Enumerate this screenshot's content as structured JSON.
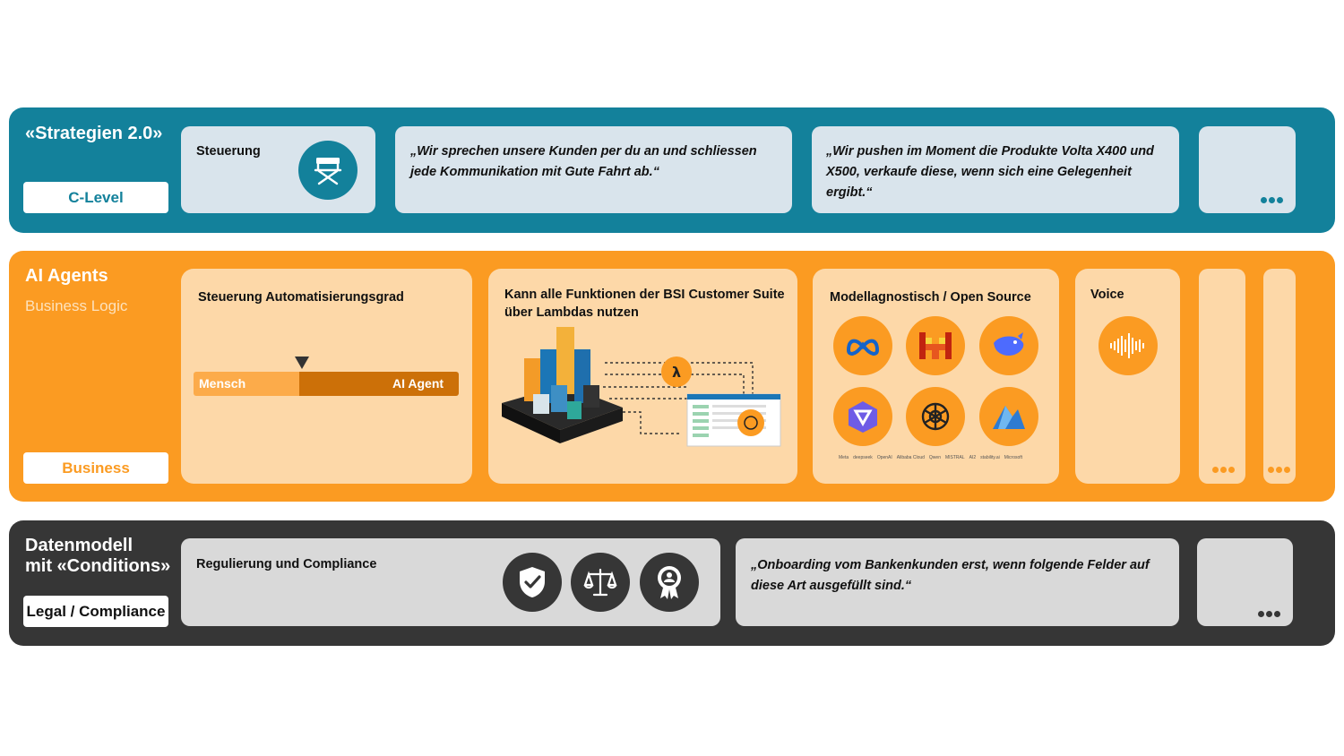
{
  "colors": {
    "teal": "#13819b",
    "orange": "#fb9b22",
    "dark": "#363636",
    "card_teal": "#d9e4ec",
    "card_orange": "#fdd8a8",
    "card_grey": "#d9d9d9"
  },
  "strategy": {
    "title": "«Strategien 2.0»",
    "pill": "C-Level",
    "steering_label": "Steuerung",
    "steering_icon": "directors-chair-icon",
    "quote1": "„Wir sprechen unsere Kunden per du an und schliessen jede Kommunikation mit Gute Fahrt ab.“",
    "quote2": "„Wir pushen im Moment die Produkte Volta X400 und X500, verkaufe diese, wenn sich eine Gelegenheit ergibt.“",
    "more_icon": "more-dots-icon"
  },
  "agents": {
    "title": "AI Agents",
    "subtitle": "Business Logic",
    "pill": "Business",
    "automation": {
      "label": "Steuerung Automatisierungsgrad",
      "left": "Mensch",
      "right": "AI Agent",
      "level": 0.4
    },
    "lambda": {
      "label": "Kann alle Funktionen der BSI Customer Suite über Lambdas nutzen",
      "symbol": "λ"
    },
    "models": {
      "label": "Modellagnostisch / Open Source",
      "icons": [
        "meta-icon",
        "mistral-icon",
        "deepseek-icon",
        "qwen-icon",
        "openai-icon",
        "cohere-icon"
      ],
      "strip": [
        "Meta",
        "deepseek",
        "OpenAI",
        "Alibaba Cloud",
        "Qwen",
        "MISTRAL",
        "AI2",
        "stability.ai",
        "Microsoft"
      ]
    },
    "voice": {
      "label": "Voice",
      "icon": "voice-wave-icon"
    }
  },
  "data_model": {
    "title_line1": "Datenmodell",
    "title_line2": "mit «Conditions»",
    "pill": "Legal / Compliance",
    "compliance_label": "Regulierung und Compliance",
    "compliance_icons": [
      "shield-check-icon",
      "scales-icon",
      "certificate-icon"
    ],
    "quote": "„Onboarding vom Bankenkunden erst, wenn folgende Felder auf diese Art ausgefüllt sind.“"
  }
}
